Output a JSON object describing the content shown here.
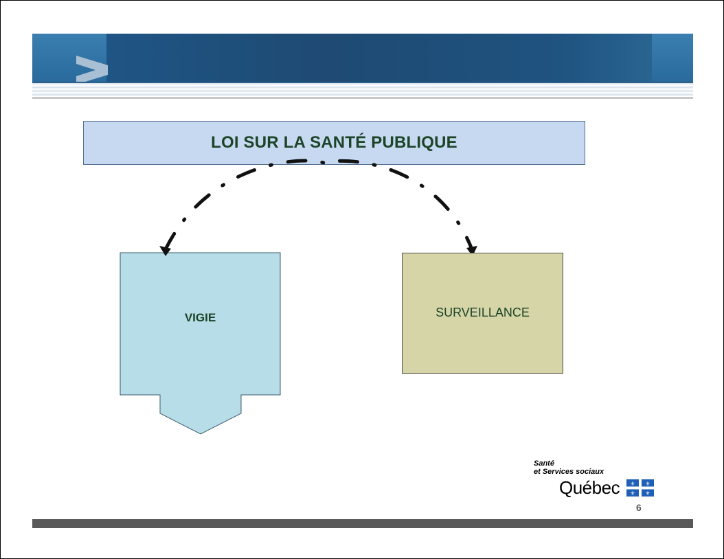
{
  "slide": {
    "title_box": "LOI SUR LA SANTÉ PUBLIQUE",
    "left_box": "VIGIE",
    "right_box": "SURVEILLANCE",
    "page_number": "6"
  },
  "logo": {
    "line1": "Santé",
    "line2": "et Services sociaux",
    "wordmark": "Québec",
    "icon": "quebec-flag-icon"
  },
  "colors": {
    "header_blue": "#1e4a73",
    "title_box_fill": "#c6d9f1",
    "vigie_fill": "#b7dde8",
    "surveillance_fill": "#d6d5a8",
    "text_green": "#1c4427",
    "footer_gray": "#595959",
    "flag_blue": "#1f5fb5"
  }
}
